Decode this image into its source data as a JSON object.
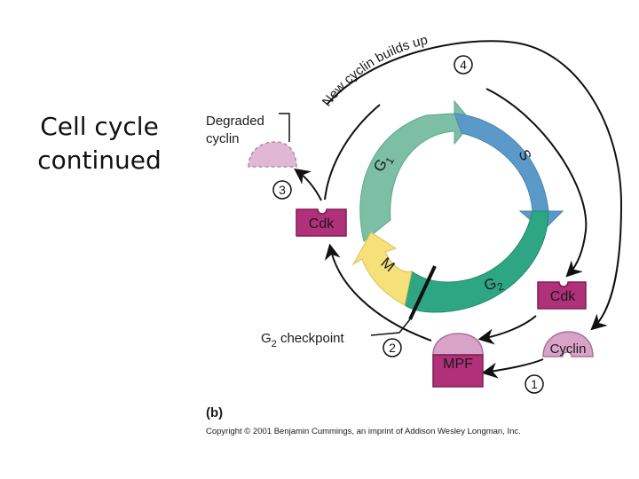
{
  "slide": {
    "title_line1": "Cell cycle",
    "title_line2": "continued"
  },
  "diagram": {
    "phases": {
      "g1": "G",
      "g1_sub": "1",
      "s": "S",
      "g2": "G",
      "g2_sub": "2",
      "m": "M"
    },
    "labels": {
      "new_cyclin": "New cyclin builds up",
      "degraded_line1": "Degraded",
      "degraded_line2": "cyclin",
      "checkpoint_main": "G",
      "checkpoint_sub": "2",
      "checkpoint_rest": " checkpoint",
      "cdk_left": "Cdk",
      "cdk_right": "Cdk",
      "cyclin": "Cyclin",
      "mpf": "MPF",
      "panel": "(b)"
    },
    "steps": [
      "1",
      "2",
      "3",
      "4"
    ],
    "copyright": "Copyright © 2001 Benjamin Cummings, an imprint of Addison Wesley Longman, Inc.",
    "colors": {
      "g1": "#7dbfa5",
      "s": "#5b9ac8",
      "g2": "#2ea583",
      "m": "#f5e07a",
      "cdk": "#b0307a",
      "cyclin": "#d9a3c8",
      "degraded": "#e0b8d3"
    }
  }
}
